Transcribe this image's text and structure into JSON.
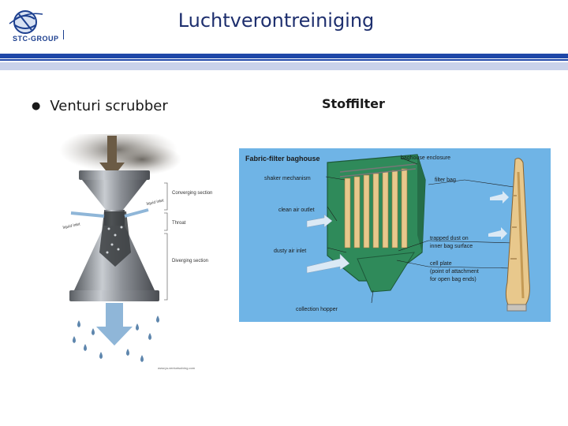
{
  "header": {
    "logo_text": "STC-GROUP",
    "title": "Luchtverontreiniging"
  },
  "content": {
    "bullet": "Venturi scrubber",
    "right_heading": "Stoffilter"
  },
  "venturi_figure": {
    "labels": {
      "liquid_in_left": "liquid inlet",
      "liquid_in_right": "liquid inlet",
      "converging": "Converging section",
      "throat": "Throat",
      "diverging": "Diverging section"
    },
    "credit": "www.ja-venturisolving.com"
  },
  "baghouse_figure": {
    "title": "Fabric-filter baghouse",
    "labels": {
      "enclosure": "baghouse enclosure",
      "shaker": "shaker mechanism",
      "filter_bag": "filter bag",
      "clean_air": "clean air outlet",
      "dusty_air": "dusty air inlet",
      "trapped_dust_1": "trapped dust on",
      "trapped_dust_2": "inner bag surface",
      "cell_plate_1": "cell plate",
      "cell_plate_2": "(point of attachment",
      "cell_plate_3": "for open bag ends)",
      "hopper": "collection hopper"
    }
  },
  "colors": {
    "brand": "#1f47a8",
    "title": "#1e2f6e",
    "diagram_bg": "#6fb4e6",
    "bag_green": "#2f8a5a"
  }
}
